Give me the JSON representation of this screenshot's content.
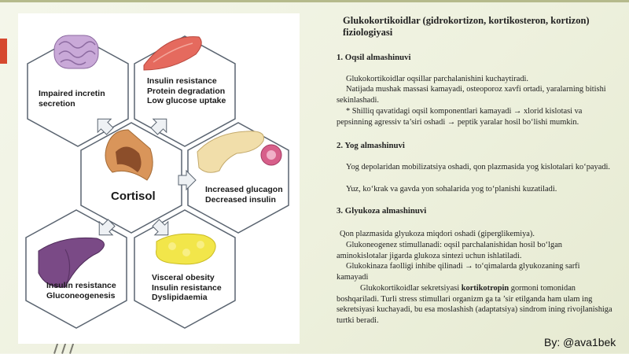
{
  "figure": {
    "center_label": "Cortisol",
    "hexagons": [
      {
        "label": "Impaired incretin\nsecretion",
        "icon": "intestine-icon"
      },
      {
        "label": "Insulin resistance\nProtein degradation\nLow glucose uptake",
        "icon": "muscle-icon"
      },
      {
        "label": "Increased glucagon\nDecreased insulin",
        "icon": "pancreas-icon"
      },
      {
        "label": "Visceral obesity\nInsulin resistance\nDyslipidaemia",
        "icon": "adipose-tissue-icon"
      },
      {
        "label": "Insulin resistance\nGluconeogenesis",
        "icon": "liver-icon"
      }
    ],
    "center_icon": "adrenal-gland-icon",
    "colors": {
      "hex_border": "#5a6470",
      "arrow_fill": "#eef1f4",
      "intestine": "#c9a9d8",
      "muscle": "#e56a5e",
      "pancreas": "#f1deaa",
      "islet": "#d75f8a",
      "liver": "#7a4a86",
      "fat": "#f2e64a",
      "adrenal": "#d9955a"
    }
  },
  "text": {
    "title": "Glukokortikoidlar (gidrokortizon, kortikosteron, kortizon) fiziologiyasi",
    "s1_heading": "1. Oqsil almashinuvi",
    "s1_p1": "Glukokortikoidlar oqsillar parchalanishini kuchaytiradi.",
    "s1_p2": "Natijada mushak massasi kamayadi, osteoporoz xavfi ortadi, yaralarning bitishi sekinlashadi.",
    "s1_p3": "* Shilliq qavatidagi oqsil komponentlari kamayadi → xlorid kislotasi va pepsinning agressiv ta’siri oshadi → peptik yaralar hosil bo‘lishi mumkin.",
    "s2_heading": "2. Yog almashinuvi",
    "s2_p1": "Yog depolaridan mobilizatsiya oshadi, qon plazmasida yog kislotalari ko‘payadi.",
    "s2_p2": "Yuz, ko‘krak va gavda yon sohalarida yog to‘planishi kuzatiladi.",
    "s3_heading": "3. Glyukoza almashinuvi",
    "s3_p1": "Qon plazmasida glyukoza miqdori oshadi (giperglikemiya).",
    "s3_p2": "Glukoneogenez stimullanadi: oqsil parchalanishidan hosil bo‘lgan aminokislotalar jigarda glukoza sintezi uchun ishlatiladi.",
    "s3_p3": "Glukokinaza faolligi inhibe qilinadi → to‘qimalarda glyukozaning sarfi kamayadi",
    "s3_p4_pre": "Glukokortikoidlar sekretsiyasi ",
    "s3_p4_bold": "kortikotropin",
    "s3_p4_post": " gormoni tomonidan boshqariladi. Turli stress stimullari organizm ga ta ’sir etilganda ham ulam ing sekretsiyasi kuchayadi, bu esa moslashish (adaptatsiya) sindrom ining rivojlanishiga turtki beradi."
  },
  "attribution": "By: @ava1bek"
}
